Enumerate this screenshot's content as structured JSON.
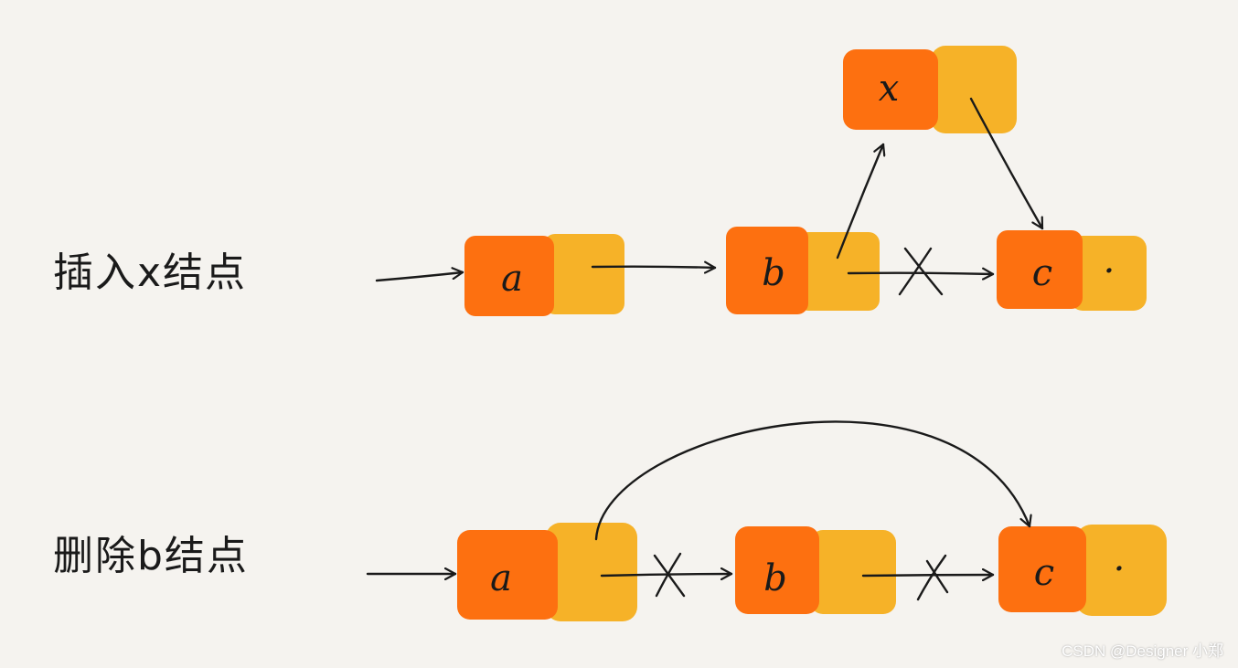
{
  "colors": {
    "background": "#f5f3ef",
    "node_value": "#fd7010",
    "node_pointer": "#f6b228",
    "ink": "#1a1a1a"
  },
  "insert_section": {
    "label": "插入x结点",
    "nodes": [
      {
        "id": "a",
        "value": "a",
        "pointer": ""
      },
      {
        "id": "b",
        "value": "b",
        "pointer": ""
      },
      {
        "id": "c",
        "value": "c",
        "pointer": "·"
      },
      {
        "id": "x",
        "value": "x",
        "pointer": ""
      }
    ],
    "links": [
      {
        "from": "head",
        "to": "a",
        "crossed": false
      },
      {
        "from": "a",
        "to": "b",
        "crossed": false
      },
      {
        "from": "b",
        "to": "c",
        "crossed": true
      },
      {
        "from": "b",
        "to": "x",
        "crossed": false
      },
      {
        "from": "x",
        "to": "c",
        "crossed": false
      }
    ]
  },
  "delete_section": {
    "label": "删除b结点",
    "nodes": [
      {
        "id": "a",
        "value": "a",
        "pointer": ""
      },
      {
        "id": "b",
        "value": "b",
        "pointer": ""
      },
      {
        "id": "c",
        "value": "c",
        "pointer": "·"
      }
    ],
    "links": [
      {
        "from": "head",
        "to": "a",
        "crossed": false
      },
      {
        "from": "a",
        "to": "b",
        "crossed": true
      },
      {
        "from": "b",
        "to": "c",
        "crossed": true
      },
      {
        "from": "a",
        "to": "c",
        "crossed": false
      }
    ]
  },
  "watermark": "CSDN @Designer 小郑"
}
